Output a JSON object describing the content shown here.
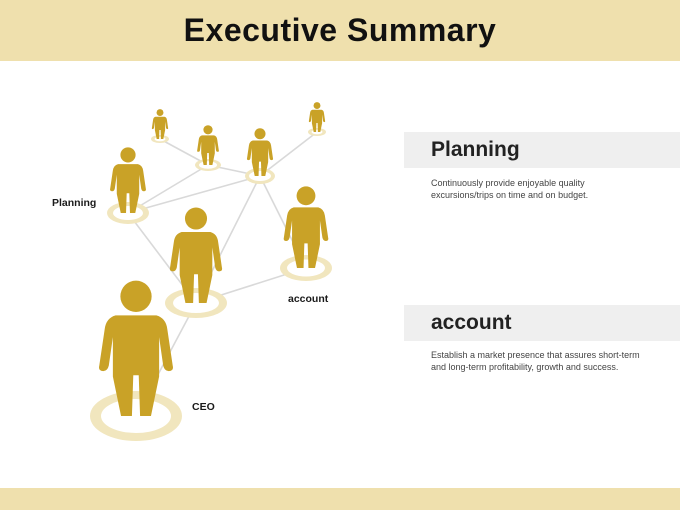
{
  "title": "Executive Summary",
  "diagram": {
    "labels": {
      "planning": "Planning",
      "account": "account",
      "ceo": "CEO"
    }
  },
  "panels": [
    {
      "heading": "Planning",
      "text": "Continuously provide enjoyable quality excursions/trips on time  and on budget."
    },
    {
      "heading": "account",
      "text": "Establish a market presence that assures short-term and long-term profitability,  growth and success."
    }
  ],
  "colors": {
    "band": "#efe0ad",
    "figure": "#c9a227",
    "ring": "#f1e6be",
    "link": "#d9d9d9",
    "panel_header": "#efefef"
  }
}
